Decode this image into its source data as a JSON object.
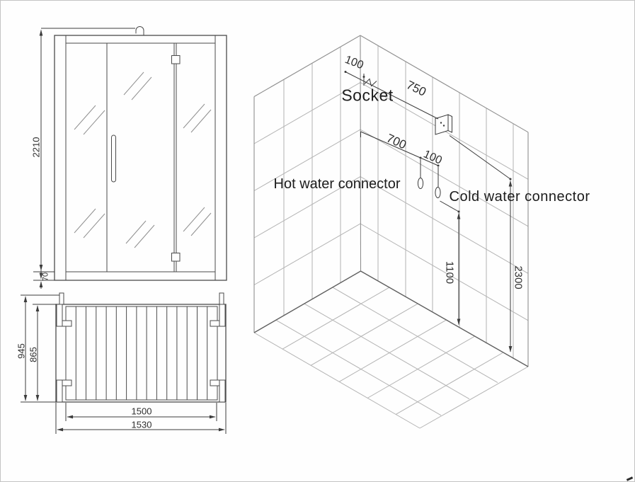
{
  "figure": {
    "front_view": {
      "dim_height": "2210",
      "dim_base": "70"
    },
    "plan_view": {
      "dim_depth_outer": "945",
      "dim_depth_inner": "865",
      "dim_width_inner": "1500",
      "dim_width_outer": "1530"
    },
    "iso_view": {
      "label_socket": "Socket",
      "label_hot": "Hot water connector",
      "label_cold": "Cold water connector",
      "dim_socket_side": "100",
      "dim_socket_run": "750",
      "dim_hot_run": "700",
      "dim_hot_cold": "100",
      "dim_conn_height": "1100",
      "dim_socket_height": "2300"
    },
    "colors": {
      "line_dark": "#3c3c3c",
      "line_frame": "#4b4b4b",
      "line_grid": "#b3b3b3",
      "background": "#fefefe"
    }
  }
}
